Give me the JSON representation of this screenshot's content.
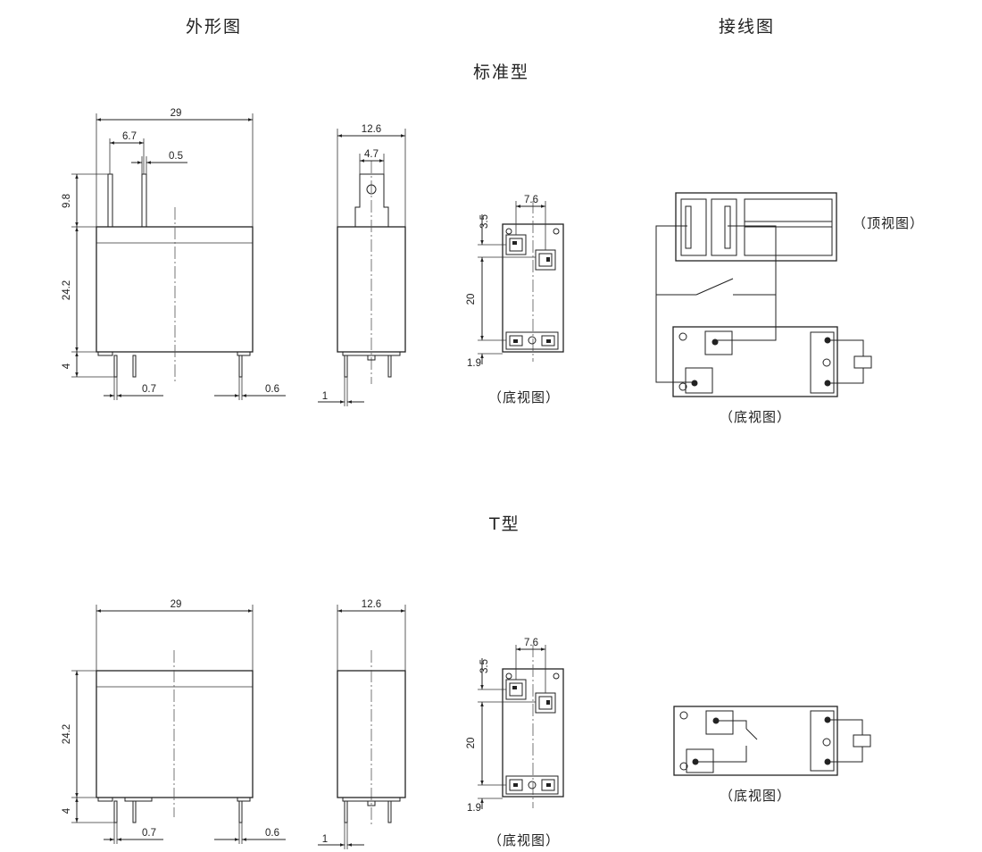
{
  "headers": {
    "outline": "外形图",
    "wiring": "接线图",
    "standard": "标准型",
    "t_type": "T型"
  },
  "captions": {
    "bottom_view": "（底视图）",
    "top_view": "（顶视图）"
  },
  "standard_dims": {
    "front_width": "29",
    "pin_spacing": "6.7",
    "pin_thickness": "0.5",
    "terminal_height": "9.8",
    "body_height": "24.2",
    "pin_length": "4",
    "pin_width_a": "0.7",
    "pin_width_b": "0.6",
    "side_width": "12.6",
    "tab_width": "4.7",
    "side_pin": "1",
    "bottom_spacing": "7.6",
    "bottom_offset": "3.5",
    "bottom_pitch": "20",
    "bottom_margin": "1.9"
  },
  "t_dims": {
    "front_width": "29",
    "body_height": "24.2",
    "pin_length": "4",
    "pin_width_a": "0.7",
    "pin_width_b": "0.6",
    "side_width": "12.6",
    "side_pin": "1",
    "bottom_spacing": "7.6",
    "bottom_offset": "3.5",
    "bottom_pitch": "20",
    "bottom_margin": "1.9"
  }
}
